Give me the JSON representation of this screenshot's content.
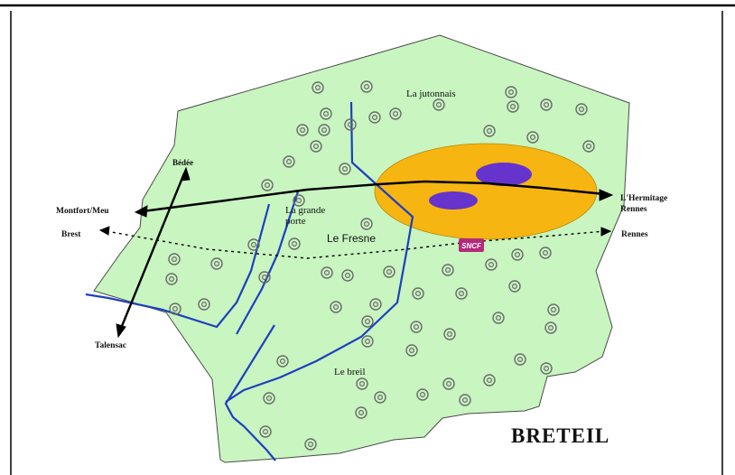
{
  "title": "BRETEIL",
  "places": {
    "la_jutonnais": "La jutonnais",
    "la_grande": "La grande",
    "porte": "porte",
    "le_fresne": "Le Fresne",
    "le_breil": "Le breil"
  },
  "destinations": {
    "bedee": "Bédée",
    "montfort": "Montfort/Meu",
    "brest": "Brest",
    "talensac": "Talensac",
    "hermitage": "L'Hermitage",
    "rennes_road": "Rennes",
    "rennes_rail": "Rennes"
  },
  "sncf_label": "SNCF",
  "colors": {
    "territory": "#c8f5c0",
    "outline": "#4a4a4a",
    "zone": "#f7b512",
    "zone_core": "#6633cc",
    "river": "#1f3fbf",
    "road": "#000000",
    "sncf": "#b5297a",
    "dot": "#6a6a6a"
  },
  "icons": {
    "farm_symbol": "double-circle-icon",
    "station": "sncf-logo-icon"
  }
}
